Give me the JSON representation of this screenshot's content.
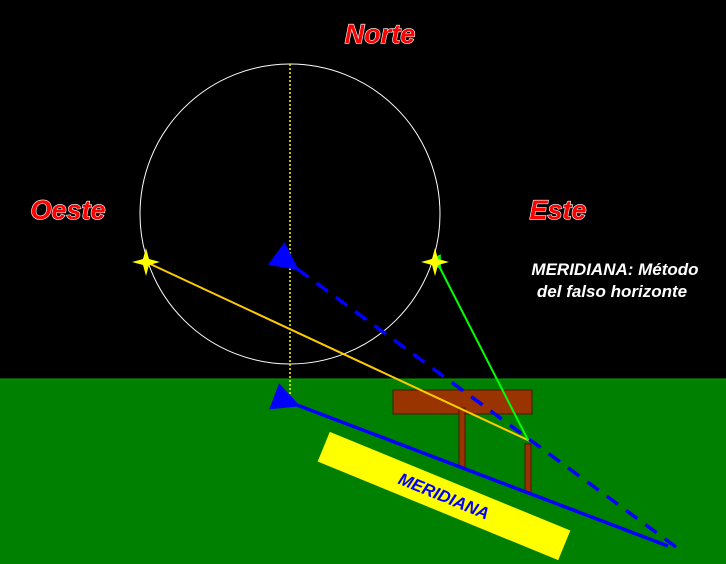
{
  "labels": {
    "north": "Norte",
    "west": "Oeste",
    "east": "Este",
    "title_line1": "MERIDIANA: Método",
    "title_line2": "del falso horizonte",
    "meridian": "MERIDIANA"
  },
  "colors": {
    "sky": "#000000",
    "ground": "#008000",
    "label": "#ff0000",
    "sun": "#ffff00",
    "meridian_line": "#0000ff",
    "table": "#993300",
    "green_ray": "#00ff00"
  }
}
